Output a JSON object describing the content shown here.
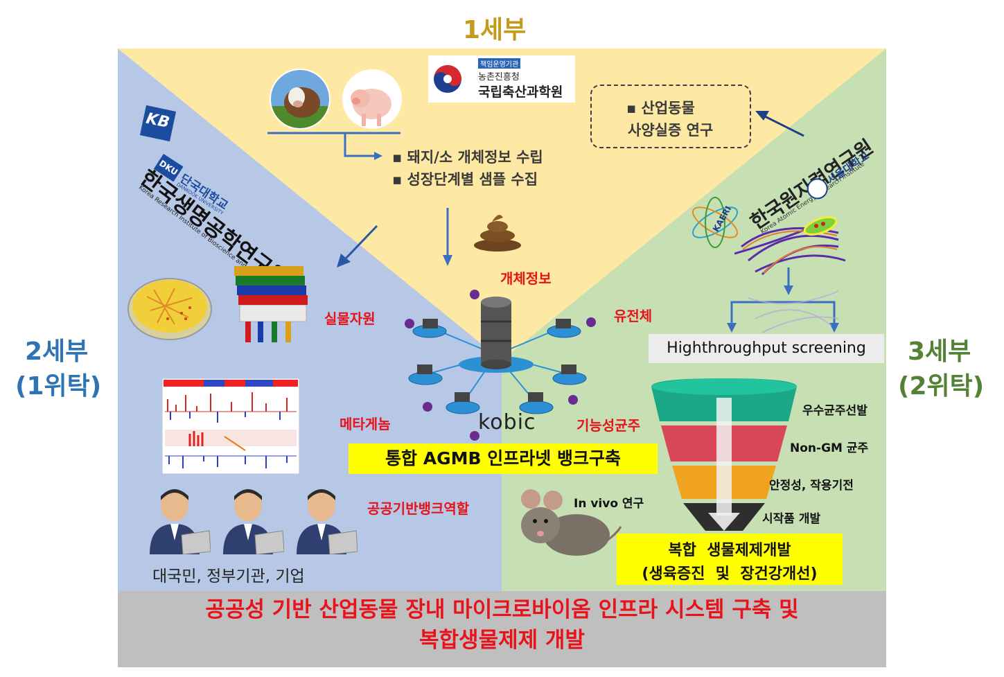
{
  "headers": {
    "top": "1세부",
    "left_line1": "2세부",
    "left_line2": "(1위탁)",
    "right_line1": "3세부",
    "right_line2": "(2위탁)"
  },
  "colors": {
    "gold": "#c39a1a",
    "blue_text": "#2e74b5",
    "green_text": "#548235",
    "yellow_region": "#fde9a4",
    "blue_region": "#b6c8e6",
    "green_region": "#c6e0b4",
    "red": "#e8121a",
    "bottom_bar": "#bfbfbf"
  },
  "logos": {
    "rda_small": "책임운영기관",
    "rda_line1": "농촌진흥청",
    "rda_line2": "국립축산과학원",
    "kribb_name": "한국생명공학연구원",
    "kribb_en": "Korea Research Institute of Bioscience and Biotechnology",
    "dankook": "단국대학교",
    "dankook_en": "DANKOOK UNIVERSITY",
    "kaeri_name": "한국원자력연구원",
    "kaeri_en": "Korea Atomic Energy Research Institute",
    "kaeri_short": "KAERI",
    "snu": "서울대학교",
    "kobic": "kobic"
  },
  "top_section": {
    "bullets": [
      "돼지/소 개체정보 수립",
      "성장단계별 샘플 수집"
    ],
    "industrial_box_line1": "산업동물",
    "industrial_box_line2": "사양실증 연구"
  },
  "hub": {
    "nodes": {
      "individual_info": "개체정보",
      "physical_resources": "실물자원",
      "genome": "유전체",
      "metagenome": "메타게놈",
      "functional_strains": "기능성균주",
      "public_bank_role": "공공기반뱅크역할"
    },
    "bank_label": "통합 AGMB 인프라넷 뱅크구축"
  },
  "right_section": {
    "screening": "Highthroughput  screening",
    "funnel": [
      "우수균주선발",
      "Non-GM 균주",
      "안정성, 작용기전",
      "시작품 개발"
    ],
    "invivo": "In vivo 연구",
    "product_line1": "복합  생물제제개발",
    "product_line2": "(생육증진  및  장건강개선)"
  },
  "left_section": {
    "users": "대국민, 정부기관, 기업"
  },
  "footer": {
    "line1": "공공성 기반 산업동물 장내 마이크로바이옴 인프라 시스템 구축 및",
    "line2": "복합생물제제 개발"
  }
}
